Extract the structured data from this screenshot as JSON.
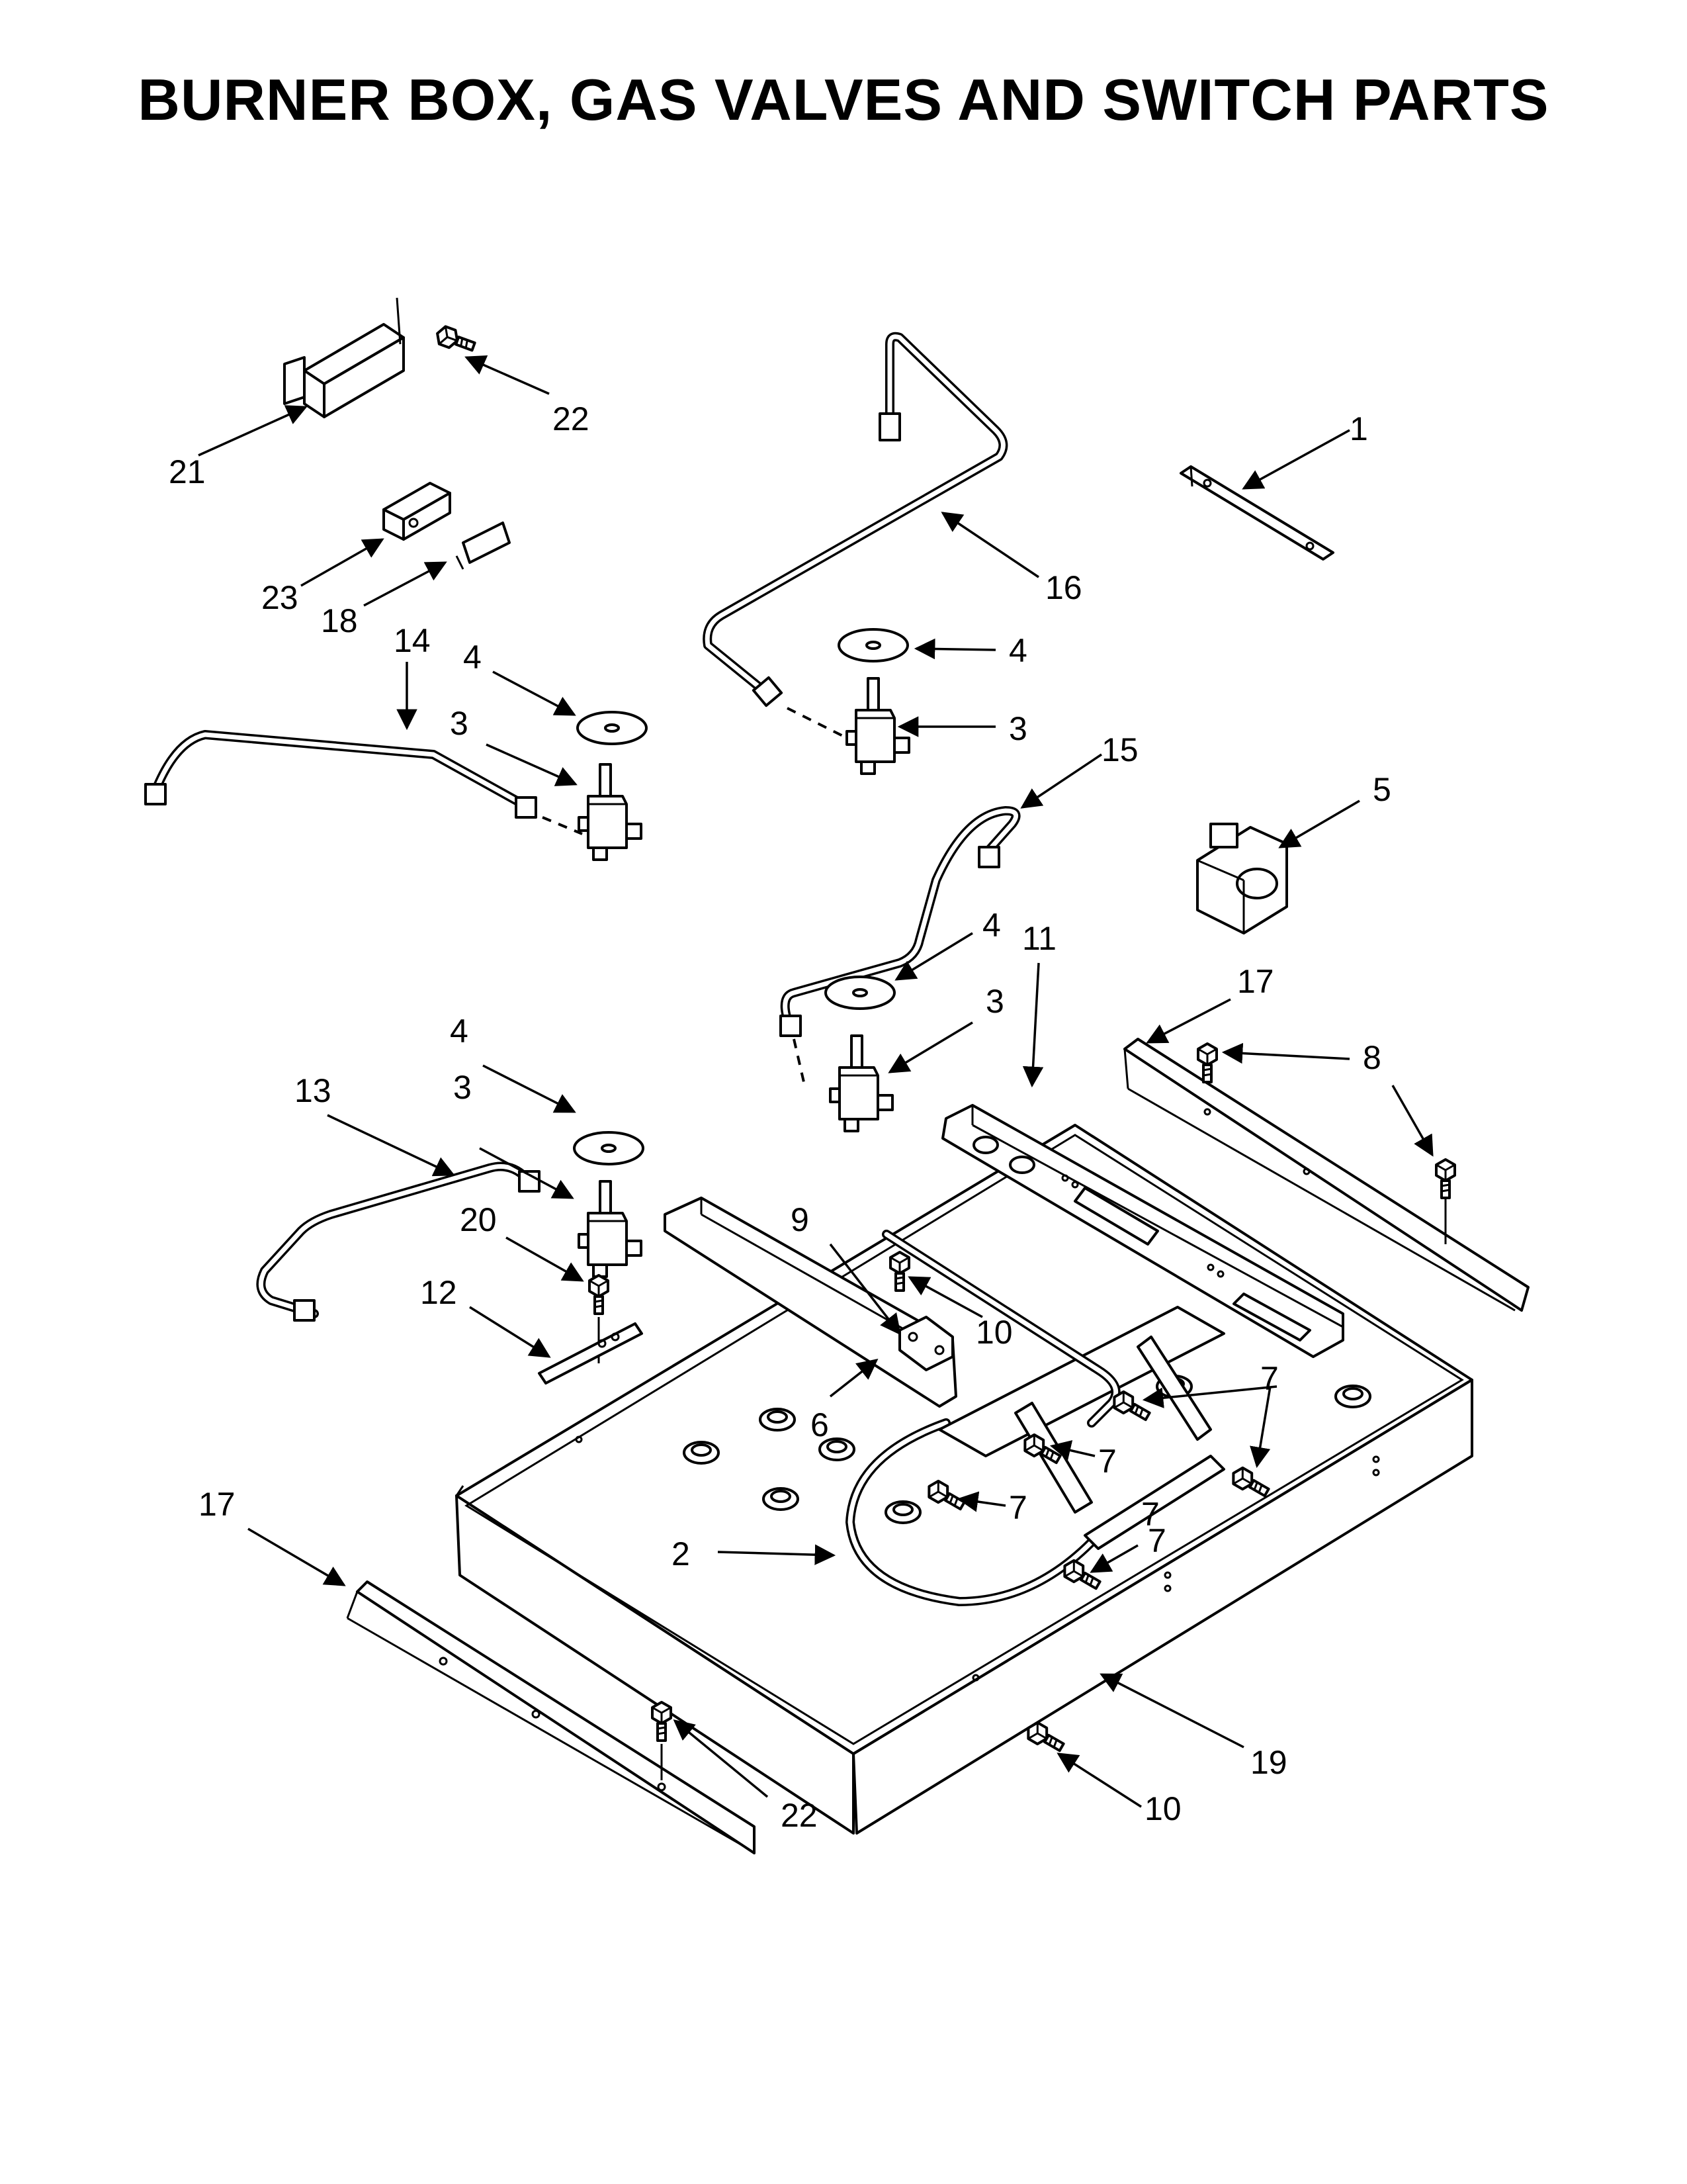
{
  "title": "BURNER BOX, GAS VALVES AND SWITCH PARTS",
  "callouts": [
    {
      "id": "c1",
      "text": "1"
    },
    {
      "id": "c2",
      "text": "2"
    },
    {
      "id": "c3a",
      "text": "3"
    },
    {
      "id": "c3b",
      "text": "3"
    },
    {
      "id": "c3c",
      "text": "3"
    },
    {
      "id": "c3d",
      "text": "3"
    },
    {
      "id": "c4a",
      "text": "4"
    },
    {
      "id": "c4b",
      "text": "4"
    },
    {
      "id": "c4c",
      "text": "4"
    },
    {
      "id": "c4d",
      "text": "4"
    },
    {
      "id": "c5",
      "text": "5"
    },
    {
      "id": "c6",
      "text": "6"
    },
    {
      "id": "c7a",
      "text": "7"
    },
    {
      "id": "c7b",
      "text": "7"
    },
    {
      "id": "c7c",
      "text": "7"
    },
    {
      "id": "c7d",
      "text": "7"
    },
    {
      "id": "c7e",
      "text": "7"
    },
    {
      "id": "c8",
      "text": "8"
    },
    {
      "id": "c9",
      "text": "9"
    },
    {
      "id": "c10a",
      "text": "10"
    },
    {
      "id": "c10b",
      "text": "10"
    },
    {
      "id": "c11",
      "text": "11"
    },
    {
      "id": "c12",
      "text": "12"
    },
    {
      "id": "c13",
      "text": "13"
    },
    {
      "id": "c14",
      "text": "14"
    },
    {
      "id": "c15",
      "text": "15"
    },
    {
      "id": "c16",
      "text": "16"
    },
    {
      "id": "c17a",
      "text": "17"
    },
    {
      "id": "c17b",
      "text": "17"
    },
    {
      "id": "c18",
      "text": "18"
    },
    {
      "id": "c19",
      "text": "19"
    },
    {
      "id": "c20",
      "text": "20"
    },
    {
      "id": "c21",
      "text": "21"
    },
    {
      "id": "c22a",
      "text": "22"
    },
    {
      "id": "c22b",
      "text": "22"
    },
    {
      "id": "c23",
      "text": "23"
    }
  ]
}
